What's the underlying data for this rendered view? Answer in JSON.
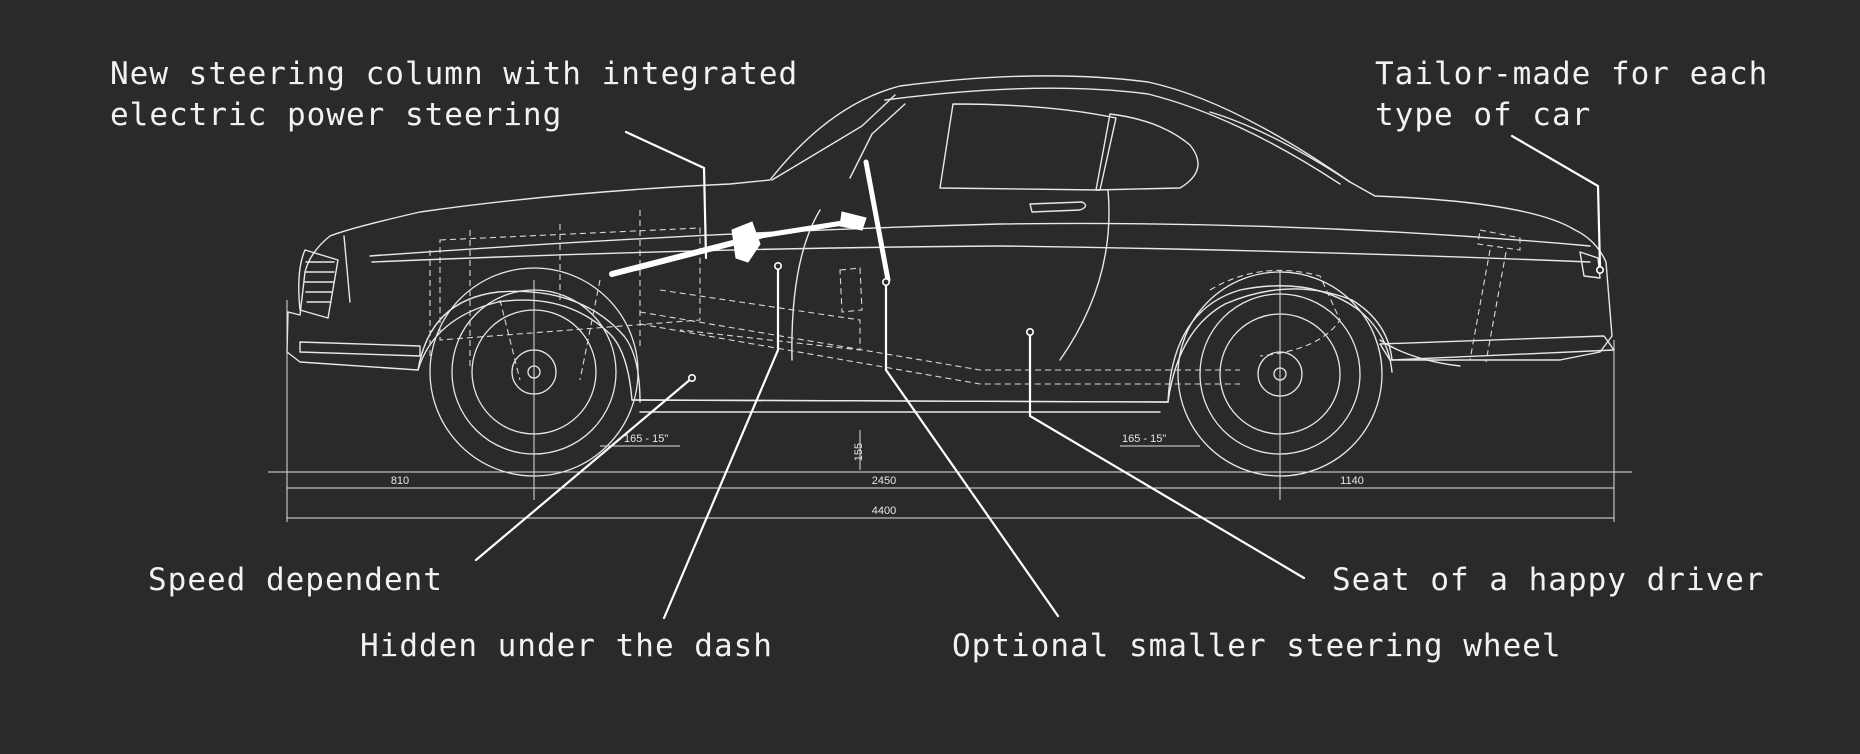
{
  "callouts": {
    "steering_column": {
      "line1": "New steering column with integrated",
      "line2": "electric power steering"
    },
    "tailor_made": {
      "line1": "Tailor-made for each",
      "line2": "type of car"
    },
    "speed_dependent": {
      "text": "Speed dependent"
    },
    "hidden_dash": {
      "text": "Hidden under the dash"
    },
    "optional_wheel": {
      "text": "Optional smaller steering wheel"
    },
    "happy_driver": {
      "text": "Seat of a happy driver"
    }
  },
  "dimensions": {
    "front_overhang": "810",
    "wheelbase": "2450",
    "rear_overhang": "1140",
    "overall_length": "4400",
    "ground_clearance": "155",
    "front_tire": "165 - 15\"",
    "rear_tire": "165 - 15\""
  },
  "colors": {
    "background": "#2a2a2a",
    "line": "#ffffff",
    "text": "#f2f2f2"
  }
}
